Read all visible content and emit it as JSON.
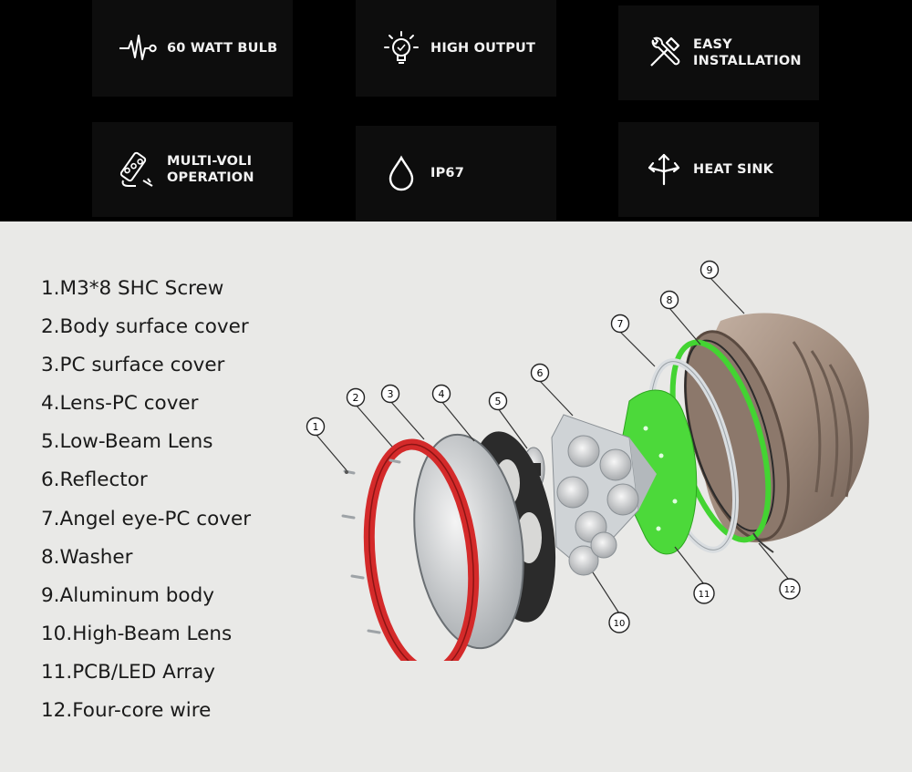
{
  "features": [
    {
      "label": "60 WATT BULB",
      "icon": "pulse-icon"
    },
    {
      "label": "HIGH OUTPUT",
      "icon": "bulb-icon"
    },
    {
      "label": "EASY\nINSTALLATION",
      "icon": "tools-icon"
    },
    {
      "label": "MULTI-VOLI\nOPERATION",
      "icon": "power-strip-icon"
    },
    {
      "label": "IP67",
      "icon": "water-drop-icon"
    },
    {
      "label": "HEAT SINK",
      "icon": "arrows-icon"
    }
  ],
  "parts": [
    "1.M3*8 SHC Screw",
    "2.Body surface cover",
    "3.PC surface cover",
    "4.Lens-PC cover",
    "5.Low-Beam Lens",
    "6.Reflector",
    "7.Angel eye-PC cover",
    "8.Washer",
    "9.Aluminum body",
    "10.High-Beam Lens",
    "11.PCB/LED Array",
    "12.Four-core wire"
  ],
  "callouts": [
    "1",
    "2",
    "3",
    "4",
    "5",
    "6",
    "7",
    "8",
    "9",
    "10",
    "11",
    "12"
  ],
  "colors": {
    "top_band": "#000000",
    "tile": "#0d0d0d",
    "background": "#e9e9e7",
    "red_ring": "#d42a2a",
    "pcb_green": "#4cd93a",
    "aluminum_body": "#a89486"
  }
}
